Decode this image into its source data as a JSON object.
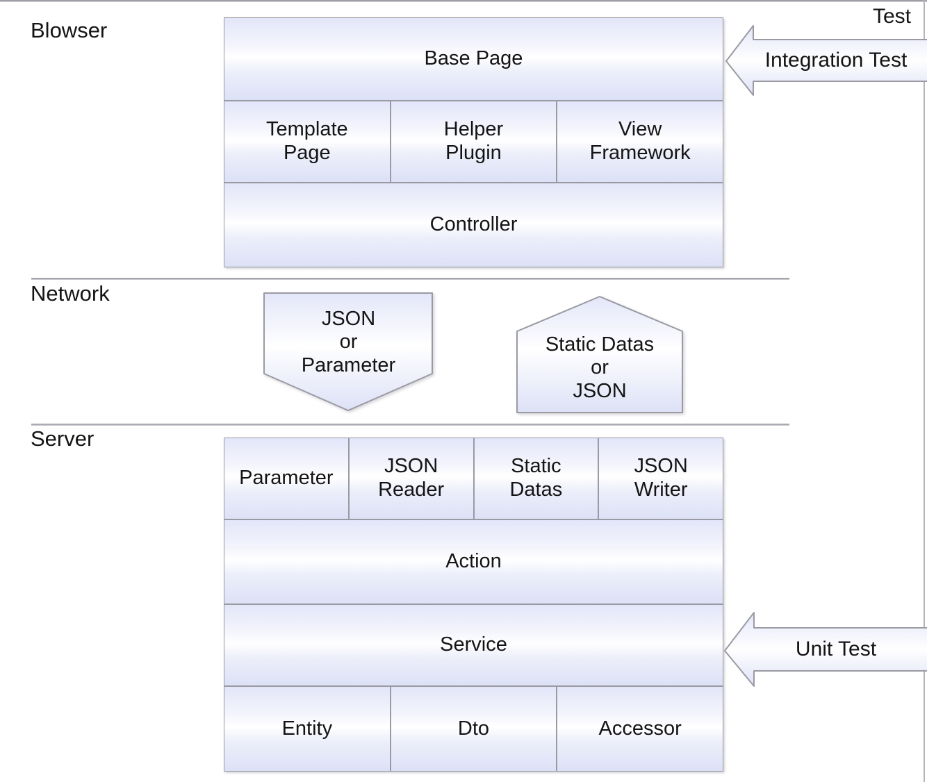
{
  "layers": {
    "browser": "Blowser",
    "network": "Network",
    "server": "Server"
  },
  "browser_stack": {
    "base_page": "Base Page",
    "template_page": "Template\nPage",
    "helper_plugin": "Helper\nPlugin",
    "view_framework": "View\nFramework",
    "controller": "Controller"
  },
  "network_flow": {
    "request": "JSON\nor\nParameter",
    "response": "Static Datas\nor\nJSON"
  },
  "server_stack": {
    "parameter": "Parameter",
    "json_reader": "JSON\nReader",
    "static_datas": "Static\nDatas",
    "json_writer": "JSON\nWriter",
    "action": "Action",
    "service": "Service",
    "entity": "Entity",
    "dto": "Dto",
    "accessor": "Accessor"
  },
  "testing": {
    "title": "Test",
    "integration_arrow": "Integration Test",
    "unit_arrow": "Unit Test"
  },
  "colors": {
    "fill_top": "#e3e6f9",
    "fill_middle": "#ffffff",
    "fill_bottom": "#dde1f6",
    "border": "#9a9aa2",
    "text": "#141414"
  }
}
